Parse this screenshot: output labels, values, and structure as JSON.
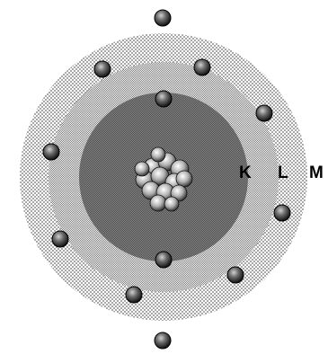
{
  "diagram": {
    "shells": [
      {
        "label": "K",
        "electron_count": 2,
        "color": "#6f6f6f"
      },
      {
        "label": "L",
        "electron_count": 8,
        "color": "#a9a9a9"
      },
      {
        "label": "M",
        "electron_count": 2,
        "color": "#d8d8d8"
      }
    ],
    "nucleus_color": "#3a3a3a",
    "electron_color": "#2a2a2a"
  }
}
